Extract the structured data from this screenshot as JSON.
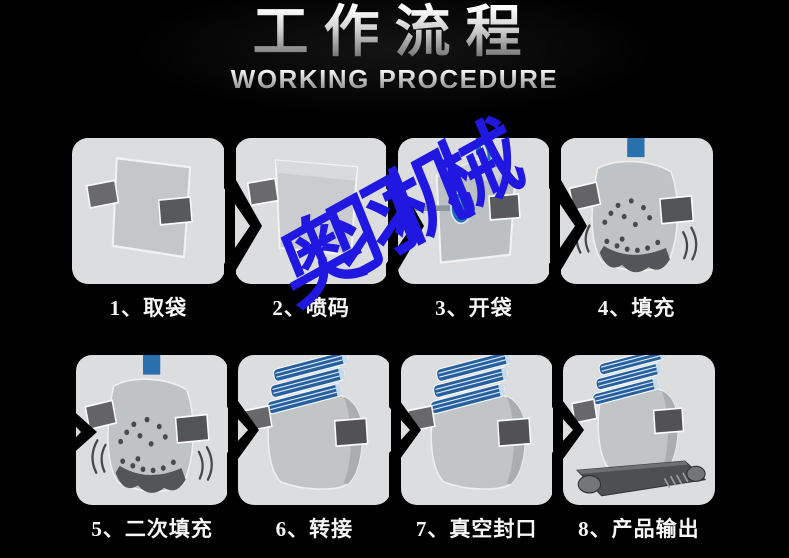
{
  "header": {
    "title": "工作流程",
    "subtitle": "WORKING PROCEDURE"
  },
  "watermark": {
    "text": "奥羽机械"
  },
  "steps": [
    {
      "label": "1、取袋",
      "icon": "flat-bag-two-clamps-icon"
    },
    {
      "label": "2、喷码",
      "icon": "flat-bag-one-clamp-icon"
    },
    {
      "label": "3、开袋",
      "icon": "open-bag-suction-icon"
    },
    {
      "label": "4、填充",
      "icon": "filling-bag-icon"
    },
    {
      "label": "5、二次填充",
      "icon": "second-filling-bag-icon"
    },
    {
      "label": "6、转接",
      "icon": "transfer-bag-rollers-icon"
    },
    {
      "label": "7、真空封口",
      "icon": "vacuum-seal-bag-icon"
    },
    {
      "label": "8、产品输出",
      "icon": "conveyor-output-icon"
    }
  ],
  "colors": {
    "background": "#000000",
    "panel": "#dcdddf",
    "machine_blue": "#1e6fb0",
    "roller_blue": "#27609f",
    "watermark_blue": "#2018e0",
    "label_text": "#f6f6f6"
  }
}
